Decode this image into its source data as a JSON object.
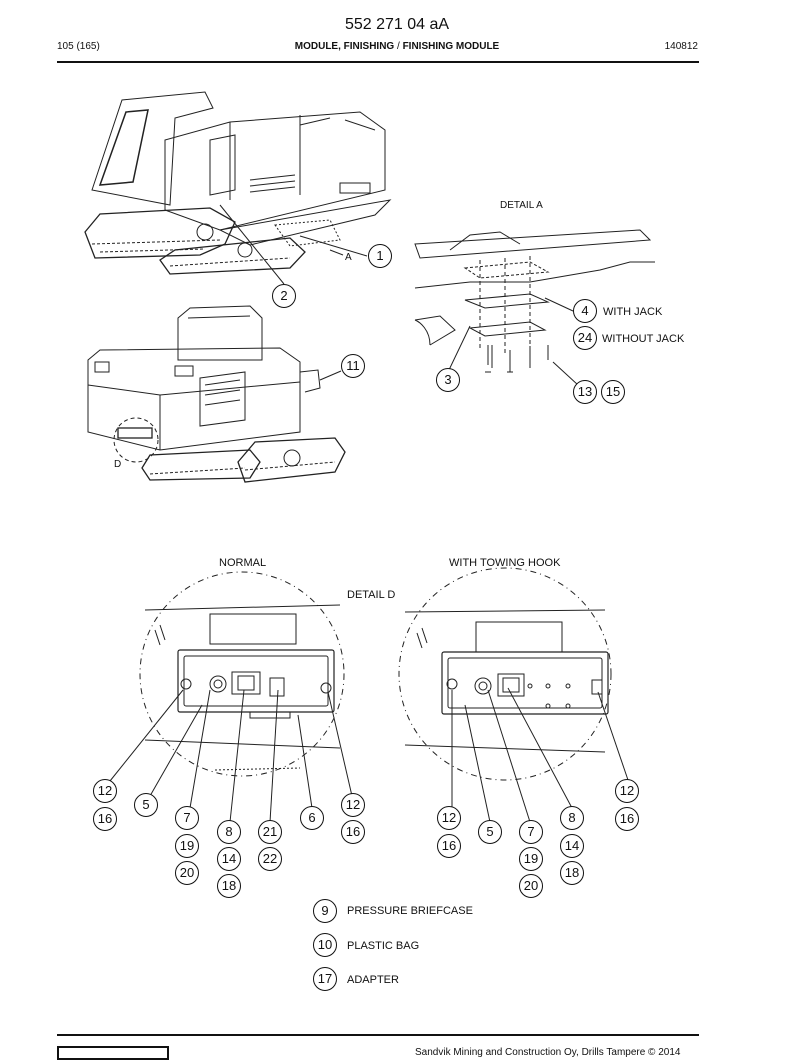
{
  "header": {
    "doc_number": "552 271 04 aA",
    "page": "105 (165)",
    "title_prefix": "MODULE, FINISHING",
    "title_sep": " / ",
    "title_suffix": "FINISHING MODULE",
    "date": "140812"
  },
  "labels": {
    "detail_a": "DETAIL A",
    "a": "A",
    "d": "D",
    "with_jack": "WITH JACK",
    "without_jack": "WITHOUT JACK",
    "normal": "NORMAL",
    "with_towing_hook": "WITH TOWING HOOK",
    "detail_d": "DETAIL D"
  },
  "legend": [
    {
      "num": "9",
      "text": "PRESSURE BRIEFCASE"
    },
    {
      "num": "10",
      "text": "PLASTIC BAG"
    },
    {
      "num": "17",
      "text": "ADAPTER"
    }
  ],
  "callouts": {
    "c1": "1",
    "c2": "2",
    "c11": "11",
    "c4": "4",
    "c24": "24",
    "c3": "3",
    "c13": "13",
    "c15": "15",
    "n12a": "12",
    "n16a": "16",
    "n5": "5",
    "n7": "7",
    "n19": "19",
    "n20": "20",
    "n8": "8",
    "n14": "14",
    "n18": "18",
    "n21": "21",
    "n22": "22",
    "n6": "6",
    "n12b": "12",
    "n16b": "16",
    "t12a": "12",
    "t16a": "16",
    "t5": "5",
    "t7": "7",
    "t19": "19",
    "t20": "20",
    "t8": "8",
    "t14": "14",
    "t18": "18",
    "t12b": "12",
    "t16b": "16"
  },
  "footer": {
    "copyright": "Sandvik Mining and Construction Oy, Drills Tampere © 2014"
  }
}
